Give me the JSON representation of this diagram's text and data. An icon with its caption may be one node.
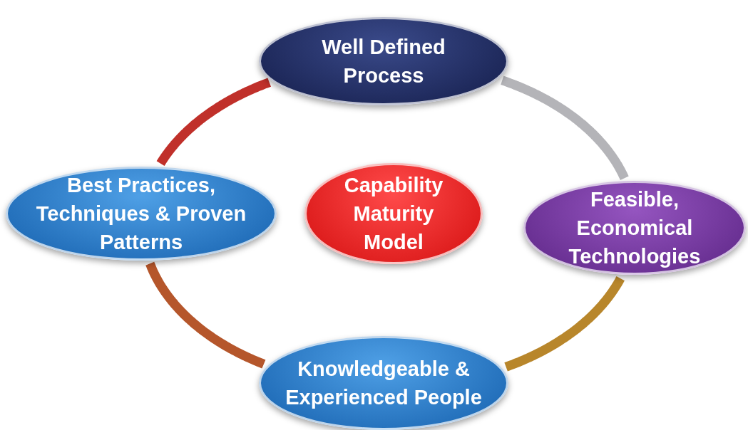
{
  "diagram": {
    "nodes": [
      {
        "text": [
          "Well Defined Process"
        ]
      },
      {
        "text": [
          "Best Practices, Techniques & Proven Patterns"
        ]
      },
      {
        "text": [
          "Capability Maturity Model"
        ]
      },
      {
        "text": [
          "Feasible, Economical Technologies"
        ]
      },
      {
        "text": [
          "Knowledgeable & Experienced People"
        ]
      }
    ],
    "edges": [
      {
        "from": 0,
        "to": 3,
        "arrow": "none",
        "color": "#b4b4b8"
      },
      {
        "from": 3,
        "to": 4,
        "arrow": "none",
        "color": "#b8862b"
      },
      {
        "from": 4,
        "to": 1,
        "arrow": "none",
        "color": "#b5562b"
      },
      {
        "from": 1,
        "to": 0,
        "arrow": "none",
        "color": "#c0302a"
      }
    ]
  }
}
